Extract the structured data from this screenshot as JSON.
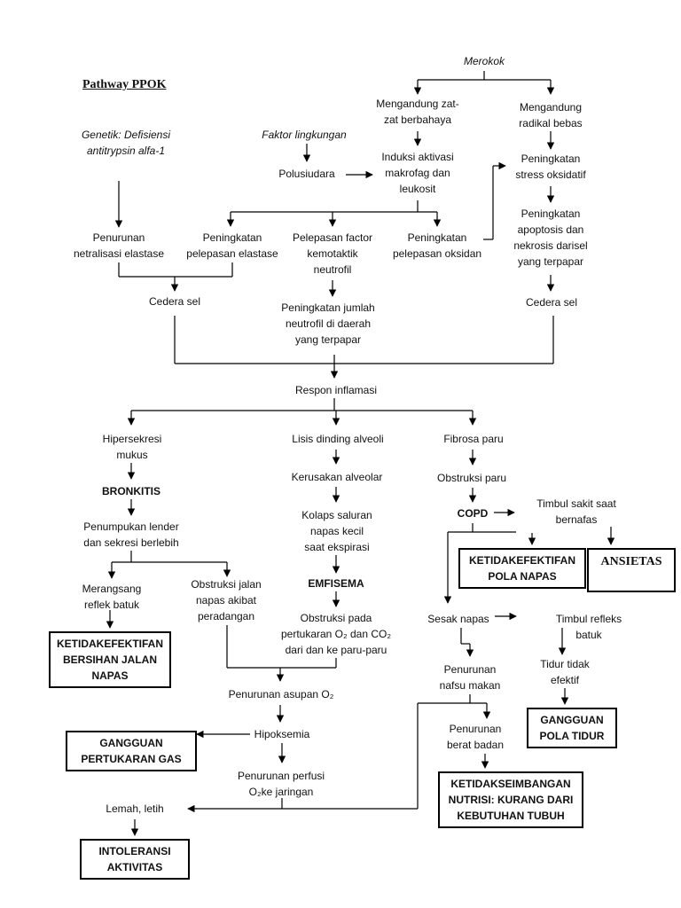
{
  "title": "Pathway PPOK",
  "nodes": {
    "merokok": "Merokok",
    "zat_berbahaya": "Mengandung zat-\nzat berbahaya",
    "radikal_bebas": "Mengandung\nradikal bebas",
    "genetik": "Genetik: Defisiensi\nantitrypsin alfa-1",
    "faktor_lingkungan": "Faktor lingkungan",
    "polusiudara": "Polusiudara",
    "induksi": "Induksi aktivasi\nmakrofag dan\nleukosit",
    "stress_oksidatif": "Peningkatan\nstress oksidatif",
    "apoptosis": "Peningkatan\napoptosis dan\nnekrosis darisel\nyang terpapar",
    "penurunan_netralisasi": "Penurunan\nnetralisasi elastase",
    "pelepasan_elastase": "Peningkatan\npelepasan elastase",
    "pelepasan_factor": "Pelepasan factor\nkemotaktik\nneutrofil",
    "pelepasan_oksidan": "Peningkatan\npelepasan oksidan",
    "cedera_sel_kiri": "Cedera sel",
    "jumlah_neutrofil": "Peningkatan jumlah\nneutrofil di daerah\nyang terpapar",
    "cedera_sel_kanan": "Cedera sel",
    "respon_inflamasi": "Respon inflamasi",
    "hipersekresi": "Hipersekresi\nmukus",
    "lisis": "Lisis dinding alveoli",
    "fibrosa": "Fibrosa paru",
    "bronkitis": "BRONKITIS",
    "kerusakan": "Kerusakan alveolar",
    "obstruksi_paru": "Obstruksi paru",
    "penumpukan": "Penumpukan lender\ndan sekresi berlebih",
    "kolaps": "Kolaps saluran\nnapas kecil\nsaat ekspirasi",
    "copd": "COPD",
    "sakit_bernafas": "Timbul sakit saat\nbernafas",
    "box_pola_napas": "KETIDAKEFEKTIFAN\nPOLA NAPAS",
    "box_ansietas": "ANSIETAS",
    "refleks_batuk": "Merangsang\nreflek batuk",
    "obstruksi_jalan": "Obstruksi jalan\nnapas akibat\nperadangan",
    "emfisema": "EMFISEMA",
    "obstruksi_pertukaran": "Obstruksi pada\npertukaran O₂ dan CO₂\ndari dan ke paru-paru",
    "sesak": "Sesak napas",
    "timbul_refleks": "Timbul refleks batuk",
    "box_bersihan": "KETIDAKEFEKTIFAN\nBERSIHAN JALAN\nNAPAS",
    "nafsu_makan": "Penurunan\nnafsu makan",
    "tidur_tidak": "Tidur tidak\nefektif",
    "asupan": "Penurunan asupan O₂",
    "box_pola_tidur": "GANGGUAN\nPOLA TIDUR",
    "box_pertukaran": "GANGGUAN\nPERTUKARAN GAS",
    "hipoksemia": "Hipoksemia",
    "berat_badan": "Penurunan\nberat badan",
    "perfusi": "Penurunan perfusi\nO₂ke jaringan",
    "box_nutrisi": "KETIDAKSEIMBANGAN\nNUTRISI: KURANG DARI\nKEBUTUHAN TUBUH",
    "lemah": "Lemah, letih",
    "box_intoleransi": "INTOLERANSI\nAKTIVITAS"
  }
}
